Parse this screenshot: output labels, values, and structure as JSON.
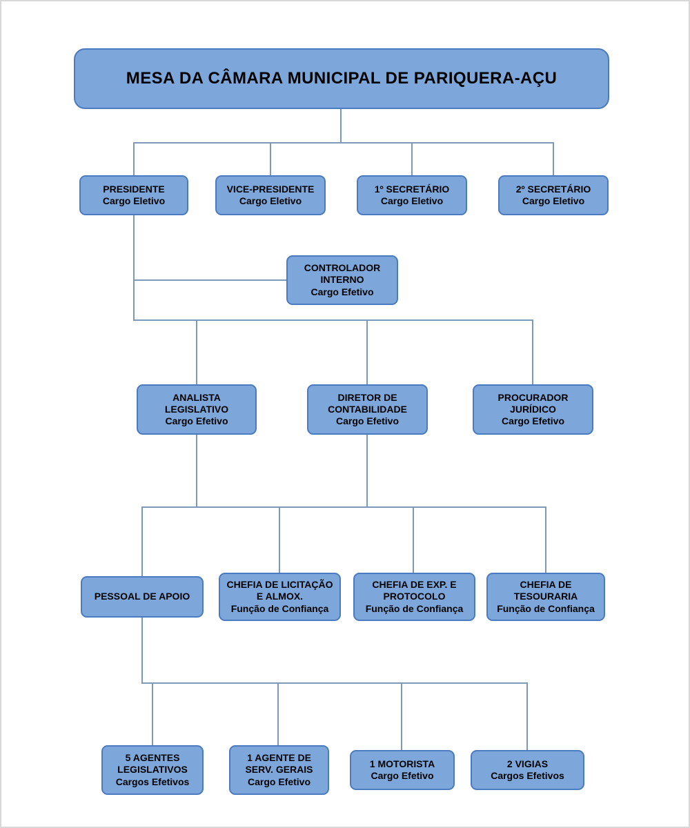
{
  "diagram_type": "org-chart",
  "colors": {
    "node_fill": "#7da7da",
    "node_border": "#4a7abf",
    "connector": "#7c99ba",
    "text": "#000000",
    "background": "#ffffff",
    "frame": "#d8d8d8"
  },
  "nodes": {
    "mesa": {
      "title": "MESA DA CÂMARA MUNICIPAL DE PARIQUERA-AÇU"
    },
    "presidente": {
      "title": "PRESIDENTE",
      "subtitle": "Cargo Eletivo"
    },
    "vice_presidente": {
      "title": "VICE-PRESIDENTE",
      "subtitle": "Cargo Eletivo"
    },
    "secretario_1": {
      "title": "1º SECRETÁRIO",
      "subtitle": "Cargo Eletivo"
    },
    "secretario_2": {
      "title": "2º SECRETÁRIO",
      "subtitle": "Cargo Eletivo"
    },
    "controlador_interno": {
      "title": "CONTROLADOR INTERNO",
      "subtitle": "Cargo Efetivo"
    },
    "analista_legislativo": {
      "title": "ANALISTA LEGISLATIVO",
      "subtitle": "Cargo Efetivo"
    },
    "diretor_contabilidade": {
      "title": "DIRETOR DE CONTABILIDADE",
      "subtitle": "Cargo Efetivo"
    },
    "procurador_juridico": {
      "title": "PROCURADOR JURÍDICO",
      "subtitle": "Cargo Efetivo"
    },
    "pessoal_apoio": {
      "title": "PESSOAL DE APOIO"
    },
    "chefia_licitacao": {
      "title": "CHEFIA DE LICITAÇÃO E ALMOX.",
      "subtitle": "Função de Confiança"
    },
    "chefia_exp_protocolo": {
      "title": "CHEFIA DE EXP. E PROTOCOLO",
      "subtitle": "Função de Confiança"
    },
    "chefia_tesouraria": {
      "title": "CHEFIA DE TESOURARIA",
      "subtitle": "Função de Confiança"
    },
    "agentes_legislativos": {
      "title": "5 AGENTES LEGISLATIVOS",
      "subtitle": "Cargos Efetivos"
    },
    "agente_serv_gerais": {
      "title": "1 AGENTE DE SERV. GERAIS",
      "subtitle": "Cargo Efetivo"
    },
    "motorista": {
      "title": "1 MOTORISTA",
      "subtitle": "Cargo Efetivo"
    },
    "vigias": {
      "title": "2 VIGIAS",
      "subtitle": "Cargos Efetivos"
    }
  },
  "edges": [
    {
      "from": [
        "mesa"
      ],
      "to": [
        "presidente",
        "vice_presidente",
        "secretario_1",
        "secretario_2"
      ]
    },
    {
      "from": [
        "presidente"
      ],
      "to": [
        "controlador_interno"
      ]
    },
    {
      "from": [
        "presidente"
      ],
      "to": [
        "analista_legislativo",
        "diretor_contabilidade",
        "procurador_juridico"
      ]
    },
    {
      "from": [
        "analista_legislativo",
        "diretor_contabilidade"
      ],
      "to": [
        "pessoal_apoio",
        "chefia_licitacao",
        "chefia_exp_protocolo",
        "chefia_tesouraria"
      ]
    },
    {
      "from": [
        "pessoal_apoio"
      ],
      "to": [
        "agentes_legislativos",
        "agente_serv_gerais",
        "motorista",
        "vigias"
      ]
    }
  ]
}
